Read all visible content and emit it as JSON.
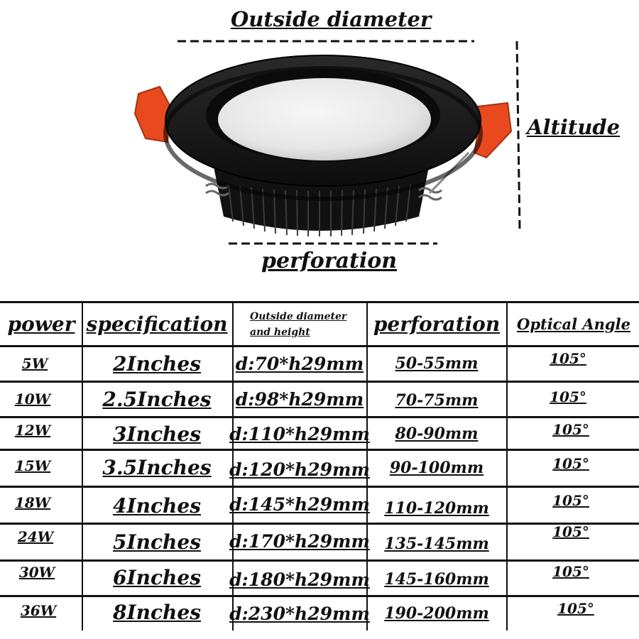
{
  "diagram": {
    "labels": {
      "outside_diameter": "Outside diameter",
      "altitude": "Altitude",
      "perforation": "perforation"
    },
    "product": "black-round-led-downlight",
    "colors": {
      "body": "#151515",
      "lens": "#efefef",
      "clip": "#e8491f"
    }
  },
  "table": {
    "headers": {
      "power": "power",
      "specification": "specification",
      "outside_line1": "Outside diameter",
      "outside_line2": "and height",
      "perforation": "perforation",
      "optical_angle": "Optical Angle"
    },
    "rows": [
      {
        "power": "5W",
        "spec": "2Inches",
        "size": "d:70*h29mm",
        "perforation": "50-55mm",
        "angle": "105°"
      },
      {
        "power": "10W",
        "spec": "2.5Inches",
        "size": "d:98*h29mm",
        "perforation": "70-75mm",
        "angle": "105°"
      },
      {
        "power": "12W",
        "spec": "3Inches",
        "size": "d:110*h29mm",
        "perforation": "80-90mm",
        "angle": "105°"
      },
      {
        "power": "15W",
        "spec": "3.5Inches",
        "size": "d:120*h29mm",
        "perforation": "90-100mm",
        "angle": "105°"
      },
      {
        "power": "18W",
        "spec": "4Inches",
        "size": "d:145*h29mm",
        "perforation": "110-120mm",
        "angle": "105°"
      },
      {
        "power": "24W",
        "spec": "5Inches",
        "size": "d:170*h29mm",
        "perforation": "135-145mm",
        "angle": "105°"
      },
      {
        "power": "30W",
        "spec": "6Inches",
        "size": "d:180*h29mm",
        "perforation": "145-160mm",
        "angle": "105°"
      },
      {
        "power": "36W",
        "spec": "8Inches",
        "size": "d:230*h29mm",
        "perforation": "190-200mm",
        "angle": "105°"
      }
    ]
  }
}
